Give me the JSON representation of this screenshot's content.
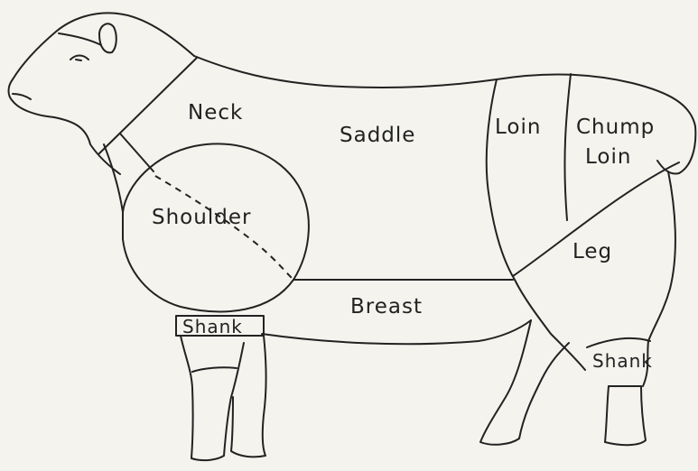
{
  "diagram": {
    "labels": {
      "neck": "Neck",
      "saddle": "Saddle",
      "loin": "Loin",
      "chump_loin_line1": "Chump",
      "chump_loin_line2": "Loin",
      "shoulder": "Shoulder",
      "leg": "Leg",
      "breast": "Breast",
      "fore_shank": "Shank",
      "hind_shank": "Shank"
    }
  }
}
